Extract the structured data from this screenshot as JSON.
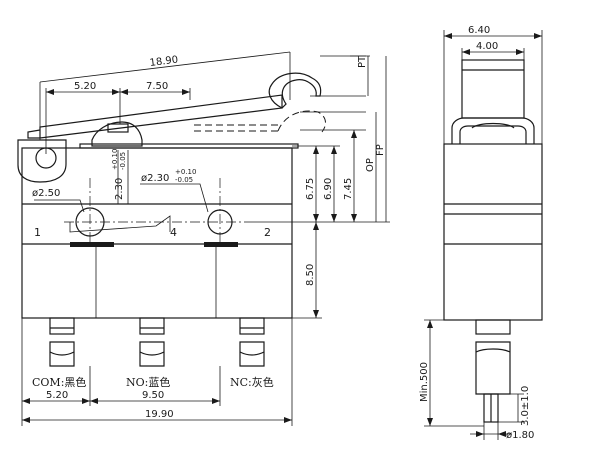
{
  "front_view": {
    "lever_length": "18.90",
    "pivot_to_roller": "5.20",
    "pivot_to_plunger": "7.50",
    "hole_dia_left": "ø2.50",
    "hole_dia_right": "ø2.30",
    "hole_tol_upper": "+0.10",
    "hole_tol_lower": "-0.05",
    "vertical_hole_dim": "2.30",
    "vertical_tol_upper": "+0.10",
    "vertical_tol_lower": "-0.05",
    "height_675": "6.75",
    "height_690": "6.90",
    "height_745": "7.45",
    "body_height": "8.50",
    "label_op": "OP",
    "label_pt": "PT",
    "label_fp": "FP",
    "terminal_1": "1",
    "terminal_4": "4",
    "terminal_2": "2",
    "terminal_com": "COM:黑色",
    "terminal_no": "NO:蓝色",
    "terminal_nc": "NC:灰色",
    "bottom_spacing_1": "5.20",
    "bottom_spacing_2": "9.50",
    "overall_width": "19.90"
  },
  "side_view": {
    "total_width": "6.40",
    "plunger_width": "4.00",
    "wire_length": "Min.500",
    "wire_tip": "3.0±1.0",
    "wire_diameter": "ø1.80"
  }
}
